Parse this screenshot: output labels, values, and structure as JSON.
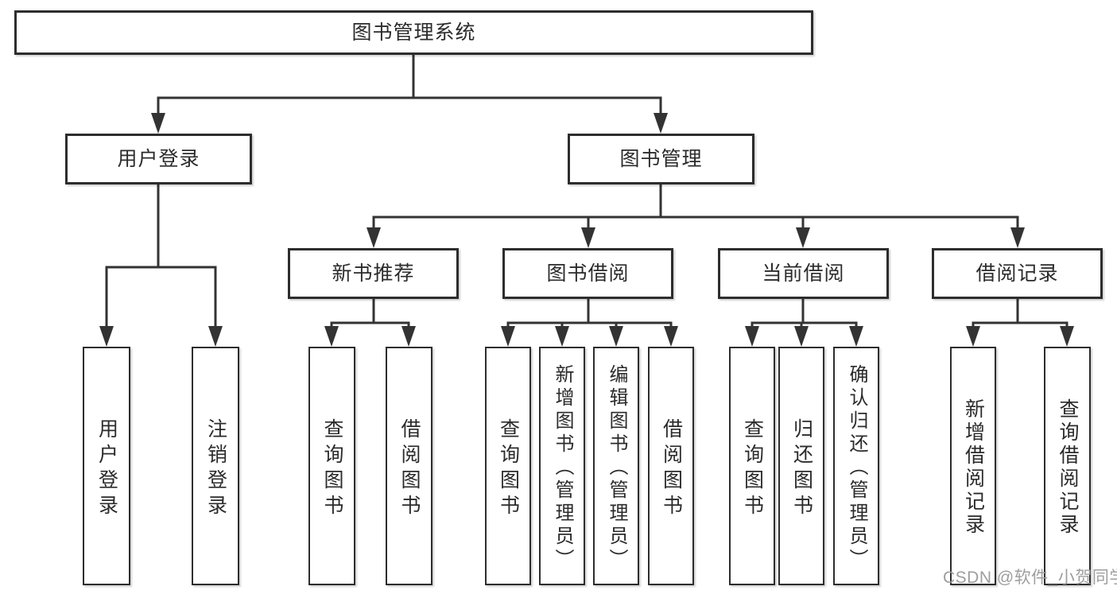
{
  "diagram_title": "图书管理系统",
  "root": {
    "label": "图书管理系统"
  },
  "branches": {
    "user_login": {
      "label": "用户登录",
      "children": [
        "用户登录",
        "注销登录"
      ]
    },
    "book_management": {
      "label": "图书管理",
      "children": {
        "new_book_recommend": {
          "label": "新书推荐",
          "children": [
            "查询图书",
            "借阅图书"
          ]
        },
        "book_borrow": {
          "label": "图书借阅",
          "children": [
            "查询图书",
            "新增图书（管理员）",
            "编辑图书（管理员）",
            "借阅图书"
          ]
        },
        "current_borrow": {
          "label": "当前借阅",
          "children": [
            "查询图书",
            "归还图书",
            "确认归还（管理员）"
          ]
        },
        "borrow_records": {
          "label": "借阅记录",
          "children": [
            "新增借阅记录",
            "查询借阅记录"
          ]
        }
      }
    }
  },
  "watermark": "CSDN @软件_小贺同学",
  "colors": {
    "line": "#333333",
    "box_border": "#2d2d2d",
    "text": "#2b2b2b",
    "watermark": "#9e9e9e",
    "background": "#ffffff"
  }
}
